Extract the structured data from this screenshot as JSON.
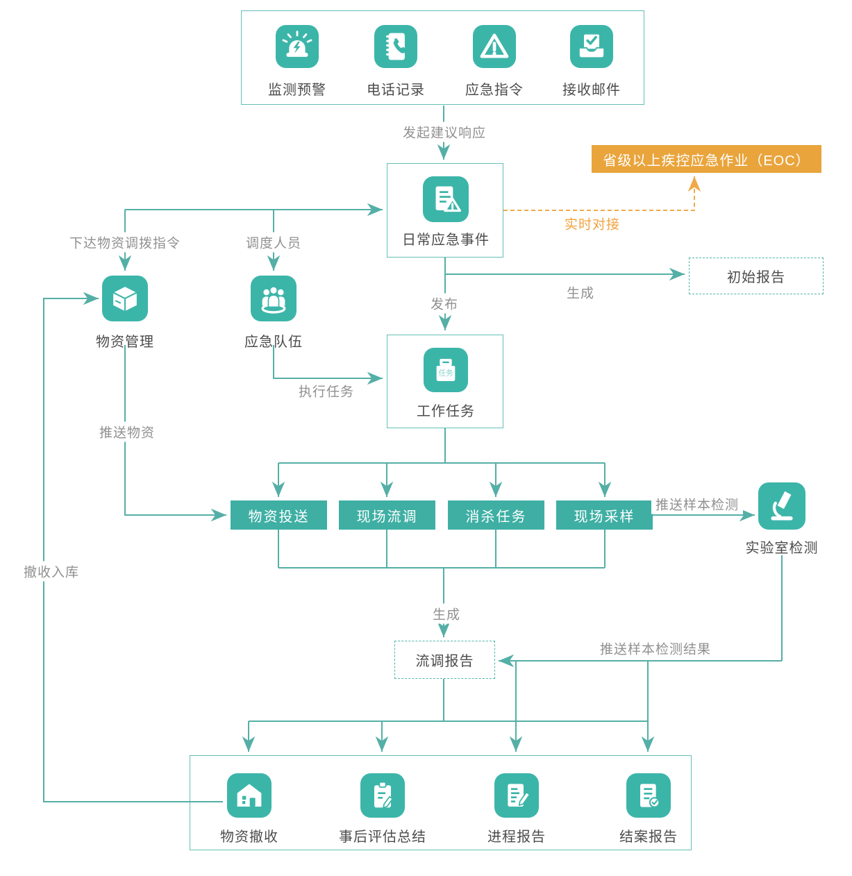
{
  "colors": {
    "teal_icon": "#3CB5A9",
    "teal_box_fill": "#3FAFA4",
    "teal_line": "#54AFA6",
    "teal_frame_border": "#63BEB4",
    "teal_dashed_border": "#4FB5AB",
    "orange_fill": "#E9A43C",
    "orange_line": "#EFA94A",
    "gray_label": "#909090",
    "dark_text": "#4C4C4C"
  },
  "sources": {
    "items": [
      {
        "label": "监测预警",
        "icon": "siren-icon"
      },
      {
        "label": "电话记录",
        "icon": "phonebook-icon"
      },
      {
        "label": "应急指令",
        "icon": "warning-icon"
      },
      {
        "label": "接收邮件",
        "icon": "inbox-icon"
      }
    ]
  },
  "nodes": {
    "daily_event": {
      "label": "日常应急事件"
    },
    "eoc": {
      "label": "省级以上疾控应急作业（EOC）"
    },
    "initial_report": {
      "label": "初始报告"
    },
    "supplies": {
      "label": "物资管理"
    },
    "team": {
      "label": "应急队伍"
    },
    "work_task": {
      "label": "工作任务",
      "icon_text": "任务"
    },
    "lab": {
      "label": "实验室检测"
    },
    "survey_report": {
      "label": "流调报告"
    }
  },
  "tasks": [
    {
      "label": "物资投送"
    },
    {
      "label": "现场流调"
    },
    {
      "label": "消杀任务"
    },
    {
      "label": "现场采样"
    }
  ],
  "closing": [
    {
      "label": "物资撤收",
      "icon": "warehouse-icon"
    },
    {
      "label": "事后评估总结",
      "icon": "clipboard-pencil-icon"
    },
    {
      "label": "进程报告",
      "icon": "doc-pencil-icon"
    },
    {
      "label": "结案报告",
      "icon": "doc-check-icon"
    }
  ],
  "edges": {
    "initiate": "发起建议响应",
    "realtime": "实时对接",
    "dispatch_supplies": "下达物资调拨指令",
    "dispatch_staff": "调度人员",
    "generate_initial": "生成",
    "publish": "发布",
    "execute": "执行任务",
    "push_supplies": "推送物资",
    "recall": "撤收入库",
    "push_sample": "推送样本检测",
    "generate_report": "生成",
    "push_result": "推送样本检测结果"
  }
}
